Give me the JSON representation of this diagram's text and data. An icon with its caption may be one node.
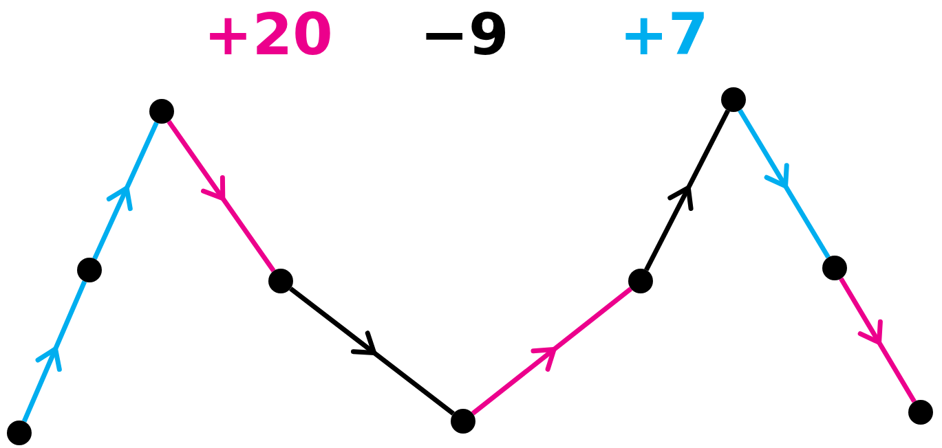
{
  "diagram": {
    "nodes": [
      {
        "text": [],
        "shape": "circle"
      },
      {
        "text": [],
        "shape": "circle"
      },
      {
        "text": [],
        "shape": "circle"
      },
      {
        "text": [],
        "shape": "circle"
      },
      {
        "text": [],
        "shape": "circle"
      },
      {
        "text": [],
        "shape": "circle"
      },
      {
        "text": [],
        "shape": "circle"
      },
      {
        "text": [],
        "shape": "circle"
      },
      {
        "text": [],
        "shape": "circle"
      }
    ],
    "edges": [
      {
        "from": 0,
        "to": 1,
        "arrow": "to",
        "color": "#00aeef"
      },
      {
        "from": 1,
        "to": 2,
        "arrow": "to",
        "color": "#00aeef"
      },
      {
        "from": 2,
        "to": 3,
        "arrow": "to",
        "color": "#ec008c"
      },
      {
        "from": 3,
        "to": 4,
        "arrow": "to",
        "color": "#000000"
      },
      {
        "from": 4,
        "to": 5,
        "arrow": "to",
        "color": "#ec008c"
      },
      {
        "from": 5,
        "to": 6,
        "arrow": "to",
        "color": "#000000"
      },
      {
        "from": 6,
        "to": 7,
        "arrow": "to",
        "color": "#00aeef"
      },
      {
        "from": 7,
        "to": 8,
        "arrow": "to",
        "color": "#ec008c"
      }
    ],
    "legend": [
      {
        "text": "+20",
        "color": "#ec008c"
      },
      {
        "text": "−9",
        "color": "#000000"
      },
      {
        "text": "+7",
        "color": "#00aeef"
      }
    ]
  }
}
